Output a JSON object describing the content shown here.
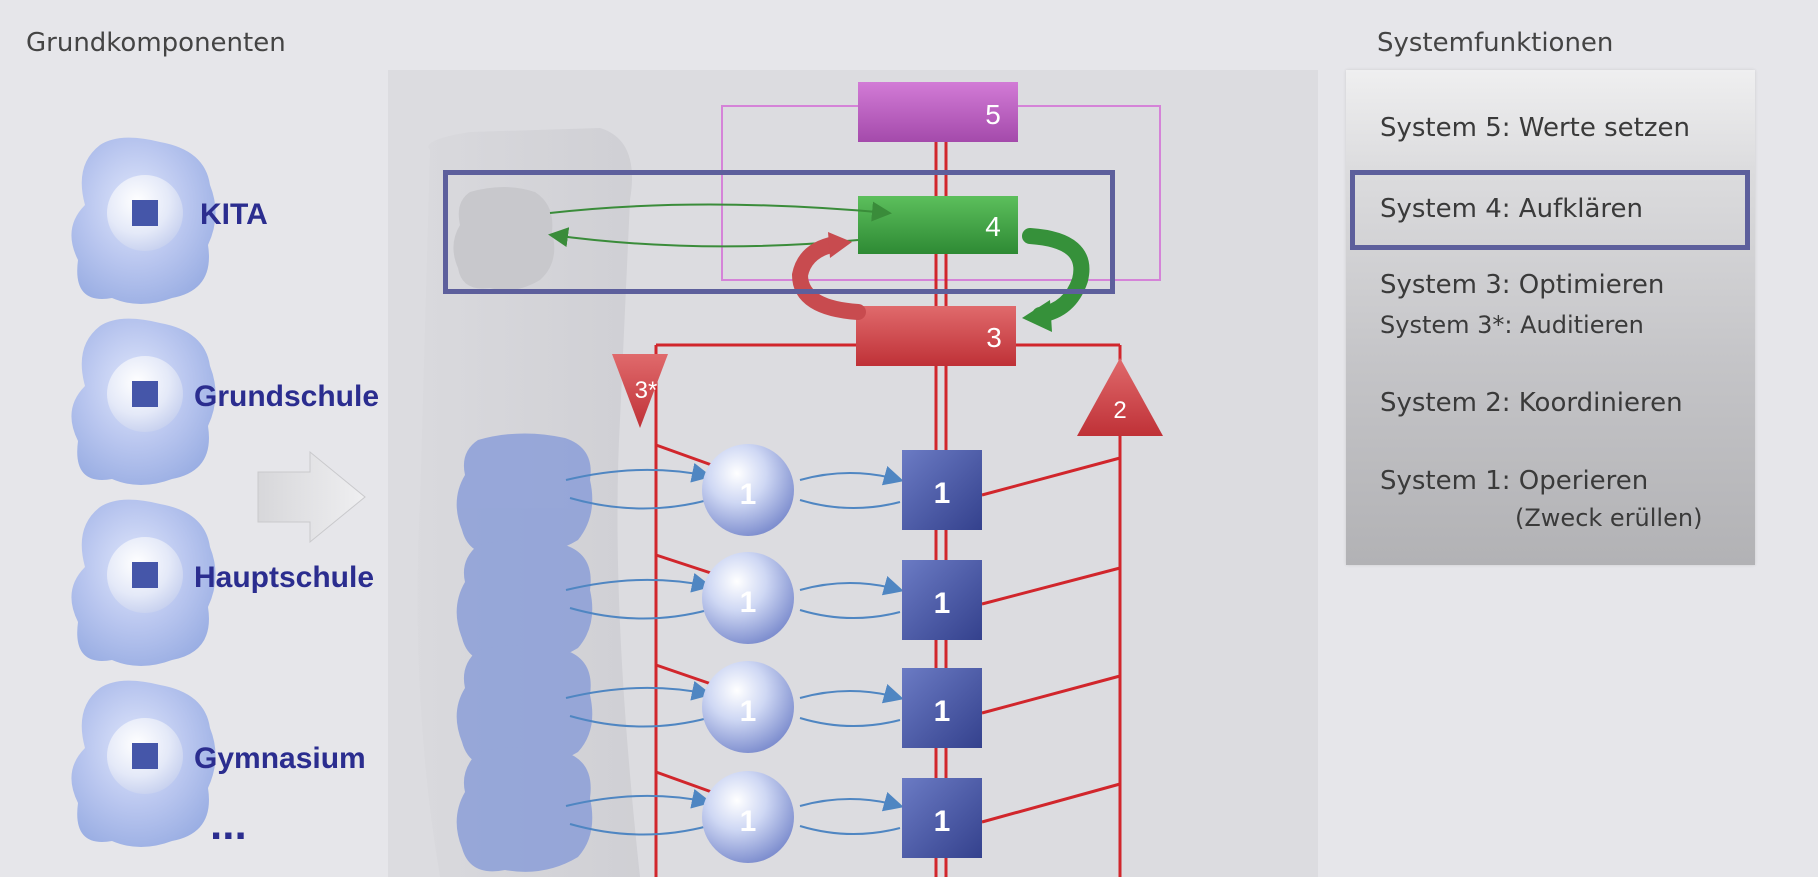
{
  "headings": {
    "left": "Grundkomponenten",
    "right": "Systemfunktionen"
  },
  "components": [
    {
      "label": "KITA"
    },
    {
      "label": "Grundschule"
    },
    {
      "label": "Hauptschule"
    },
    {
      "label": "Gymnasium"
    }
  ],
  "components_more": "...",
  "diagram": {
    "s5": "5",
    "s4": "4",
    "s3": "3",
    "s3star": "3*",
    "s2": "2",
    "operation_units": [
      "1",
      "1",
      "1",
      "1"
    ],
    "management_units": [
      "1",
      "1",
      "1",
      "1"
    ]
  },
  "system_functions": {
    "s5": "System 5: Werte setzen",
    "s4": "System 4: Aufklären",
    "s3": "System 3: Optimieren",
    "s3star": "System 3*: Auditieren",
    "s2": "System 2: Koordinieren",
    "s1": "System 1: Operieren",
    "s1_sub": "(Zweck erüllen)"
  },
  "colors": {
    "component_label": "#2b2d8f",
    "highlight_border": "#5d5f9c",
    "system5": "#b054b6",
    "system4": "#3c9a3c",
    "system3": "#cc3b3f",
    "system1": "#3f4f9e",
    "channel_red": "#d1262c"
  }
}
